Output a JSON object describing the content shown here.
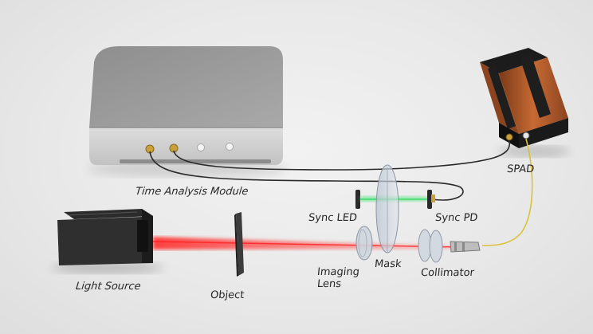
{
  "labels": {
    "time_analysis_module": "Time Analysis Module",
    "spad": "SPAD",
    "sync_led": "Sync LED",
    "sync_pd": "Sync PD",
    "light_source": "Light Source",
    "object": "Object",
    "imaging_lens_line1": "Imaging",
    "imaging_lens_line2": "Lens",
    "mask": "Mask",
    "collimator": "Collimator"
  },
  "colors": {
    "laser_beam": "#ff3b3b",
    "sync_beam": "#35e06a",
    "coax_cable": "#222222",
    "fiber_cable": "#d9c23a",
    "spad_copper": "#b4582a",
    "module_body": "#9a9a9a"
  }
}
